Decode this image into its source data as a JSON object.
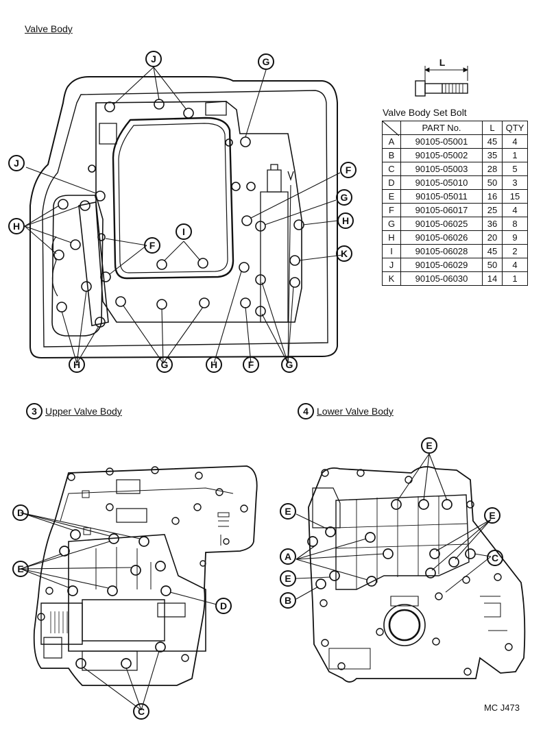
{
  "titles": {
    "valve_body": "Valve Body",
    "upper_num": "3",
    "upper": "Upper Valve Body",
    "lower_num": "4",
    "lower": "Lower Valve Body"
  },
  "bolt_dim_label": "L",
  "table": {
    "caption": "Valve Body Set Bolt",
    "headers": [
      "",
      "PART No.",
      "L",
      "QTY"
    ],
    "rows": [
      [
        "A",
        "90105-05001",
        "45",
        "4"
      ],
      [
        "B",
        "90105-05002",
        "35",
        "1"
      ],
      [
        "C",
        "90105-05003",
        "28",
        "5"
      ],
      [
        "D",
        "90105-05010",
        "50",
        "3"
      ],
      [
        "E",
        "90105-05011",
        "16",
        "15"
      ],
      [
        "F",
        "90105-06017",
        "25",
        "4"
      ],
      [
        "G",
        "90105-06025",
        "36",
        "8"
      ],
      [
        "H",
        "90105-06026",
        "20",
        "9"
      ],
      [
        "I",
        "90105-06028",
        "45",
        "2"
      ],
      [
        "J",
        "90105-06029",
        "50",
        "4"
      ],
      [
        "K",
        "90105-06030",
        "14",
        "1"
      ]
    ]
  },
  "callouts": [
    "J",
    "G",
    "J",
    "F",
    "G",
    "H",
    "H",
    "F",
    "I",
    "K",
    "H",
    "G",
    "H",
    "F",
    "G",
    "D",
    "E",
    "D",
    "C",
    "E",
    "A",
    "E",
    "B",
    "E",
    "C"
  ],
  "code": "MC J473"
}
